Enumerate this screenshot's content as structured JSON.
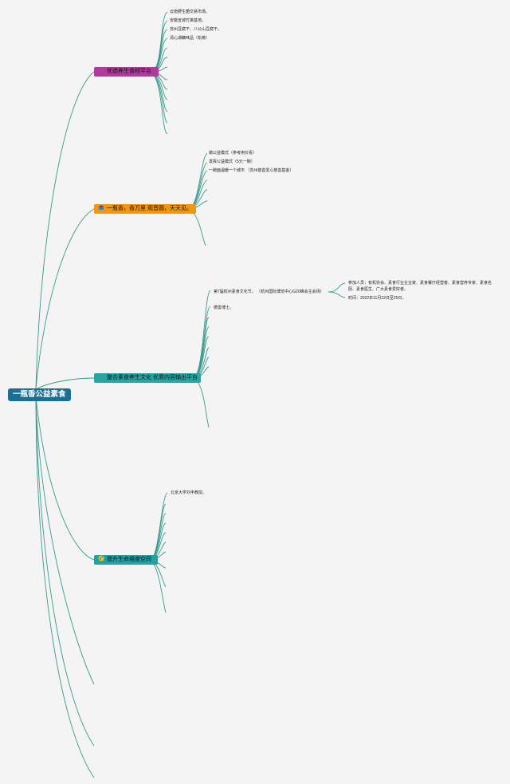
{
  "root": {
    "label": "一瓶香公益素食"
  },
  "branches": [
    {
      "label": "优选养生食材平台",
      "icon": "none",
      "color": "#b13b9c",
      "children": [
        "云南野生菌交易市场。",
        "安徽宣城竹笋基地。",
        "苏州豆腐干、八公山豆腐干。",
        "清心湖藕味品（松黄）"
      ]
    },
    {
      "label": "一瓶香，香万里 观音圆，天天见。",
      "icon": "temple-icon",
      "color": "#f1970f",
      "children": [
        "做公益模式（参考用价看）",
        "发挥公益模式（5元一碗）",
        "一碗面温暖一个城市 （苏州慈善爱心慈善基金）"
      ]
    },
    {
      "label": "整合素食养生文化 优质内容输出平台",
      "icon": "none",
      "color": "#27a6a4",
      "children": [
        "第7届杭州素食文化节。 （杭州国际博览中心G20峰会主会场）",
        "德善博士。"
      ],
      "sub": [
        "参加人员：有机协会、素食行业企业家、素食餐厅经营者、素食营养专家、素食名厨、素食医生、广大素食爱好者。",
        "时间：2022年11月22日至25日。"
      ]
    },
    {
      "label": "提升生命维度空间",
      "icon": "leaf-icon",
      "color": "#24a1a3",
      "children": [
        "北京大学刘丰教授。"
      ]
    }
  ]
}
